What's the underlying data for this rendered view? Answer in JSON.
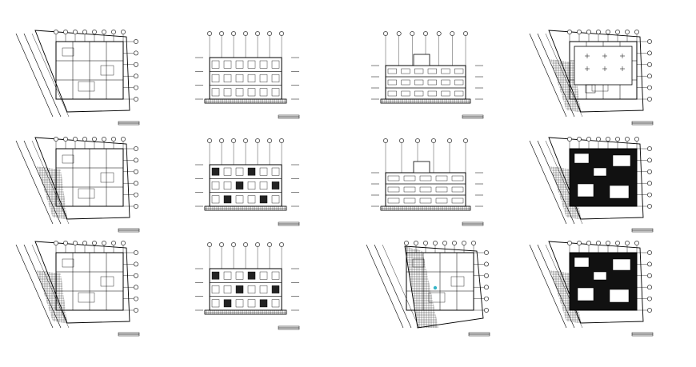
{
  "sheet": {
    "line_color": "#000000",
    "background": "#ffffff",
    "accent_color": "#35b5c8",
    "drawings": [
      {
        "kind": "floor-plan-site",
        "grid_cols": 8,
        "grid_rows": 6,
        "hatched": false,
        "roof": false
      },
      {
        "kind": "elevation",
        "bays": 7,
        "levels": 3
      },
      {
        "kind": "elevation-wide",
        "bays": 7,
        "levels": 3
      },
      {
        "kind": "roof-plan",
        "grid_cols": 8,
        "grid_rows": 6,
        "hatched": true,
        "roof": true
      },
      {
        "kind": "floor-plan-site",
        "grid_cols": 8,
        "grid_rows": 6,
        "hatched": true,
        "roof": false
      },
      {
        "kind": "section",
        "bays": 7,
        "levels": 3
      },
      {
        "kind": "elevation-wide",
        "bays": 6,
        "levels": 3
      },
      {
        "kind": "floor-plan-dark",
        "grid_cols": 8,
        "grid_rows": 6,
        "hatched": true,
        "roof": false
      },
      {
        "kind": "floor-plan-site",
        "grid_cols": 8,
        "grid_rows": 6,
        "hatched": true,
        "roof": false
      },
      {
        "kind": "section",
        "bays": 7,
        "levels": 3
      },
      {
        "kind": "floor-plan-rotated",
        "grid_cols": 8,
        "grid_rows": 6,
        "hatched": true,
        "roof": false
      },
      {
        "kind": "floor-plan-dark",
        "grid_cols": 8,
        "grid_rows": 6,
        "hatched": true,
        "roof": false
      }
    ]
  }
}
